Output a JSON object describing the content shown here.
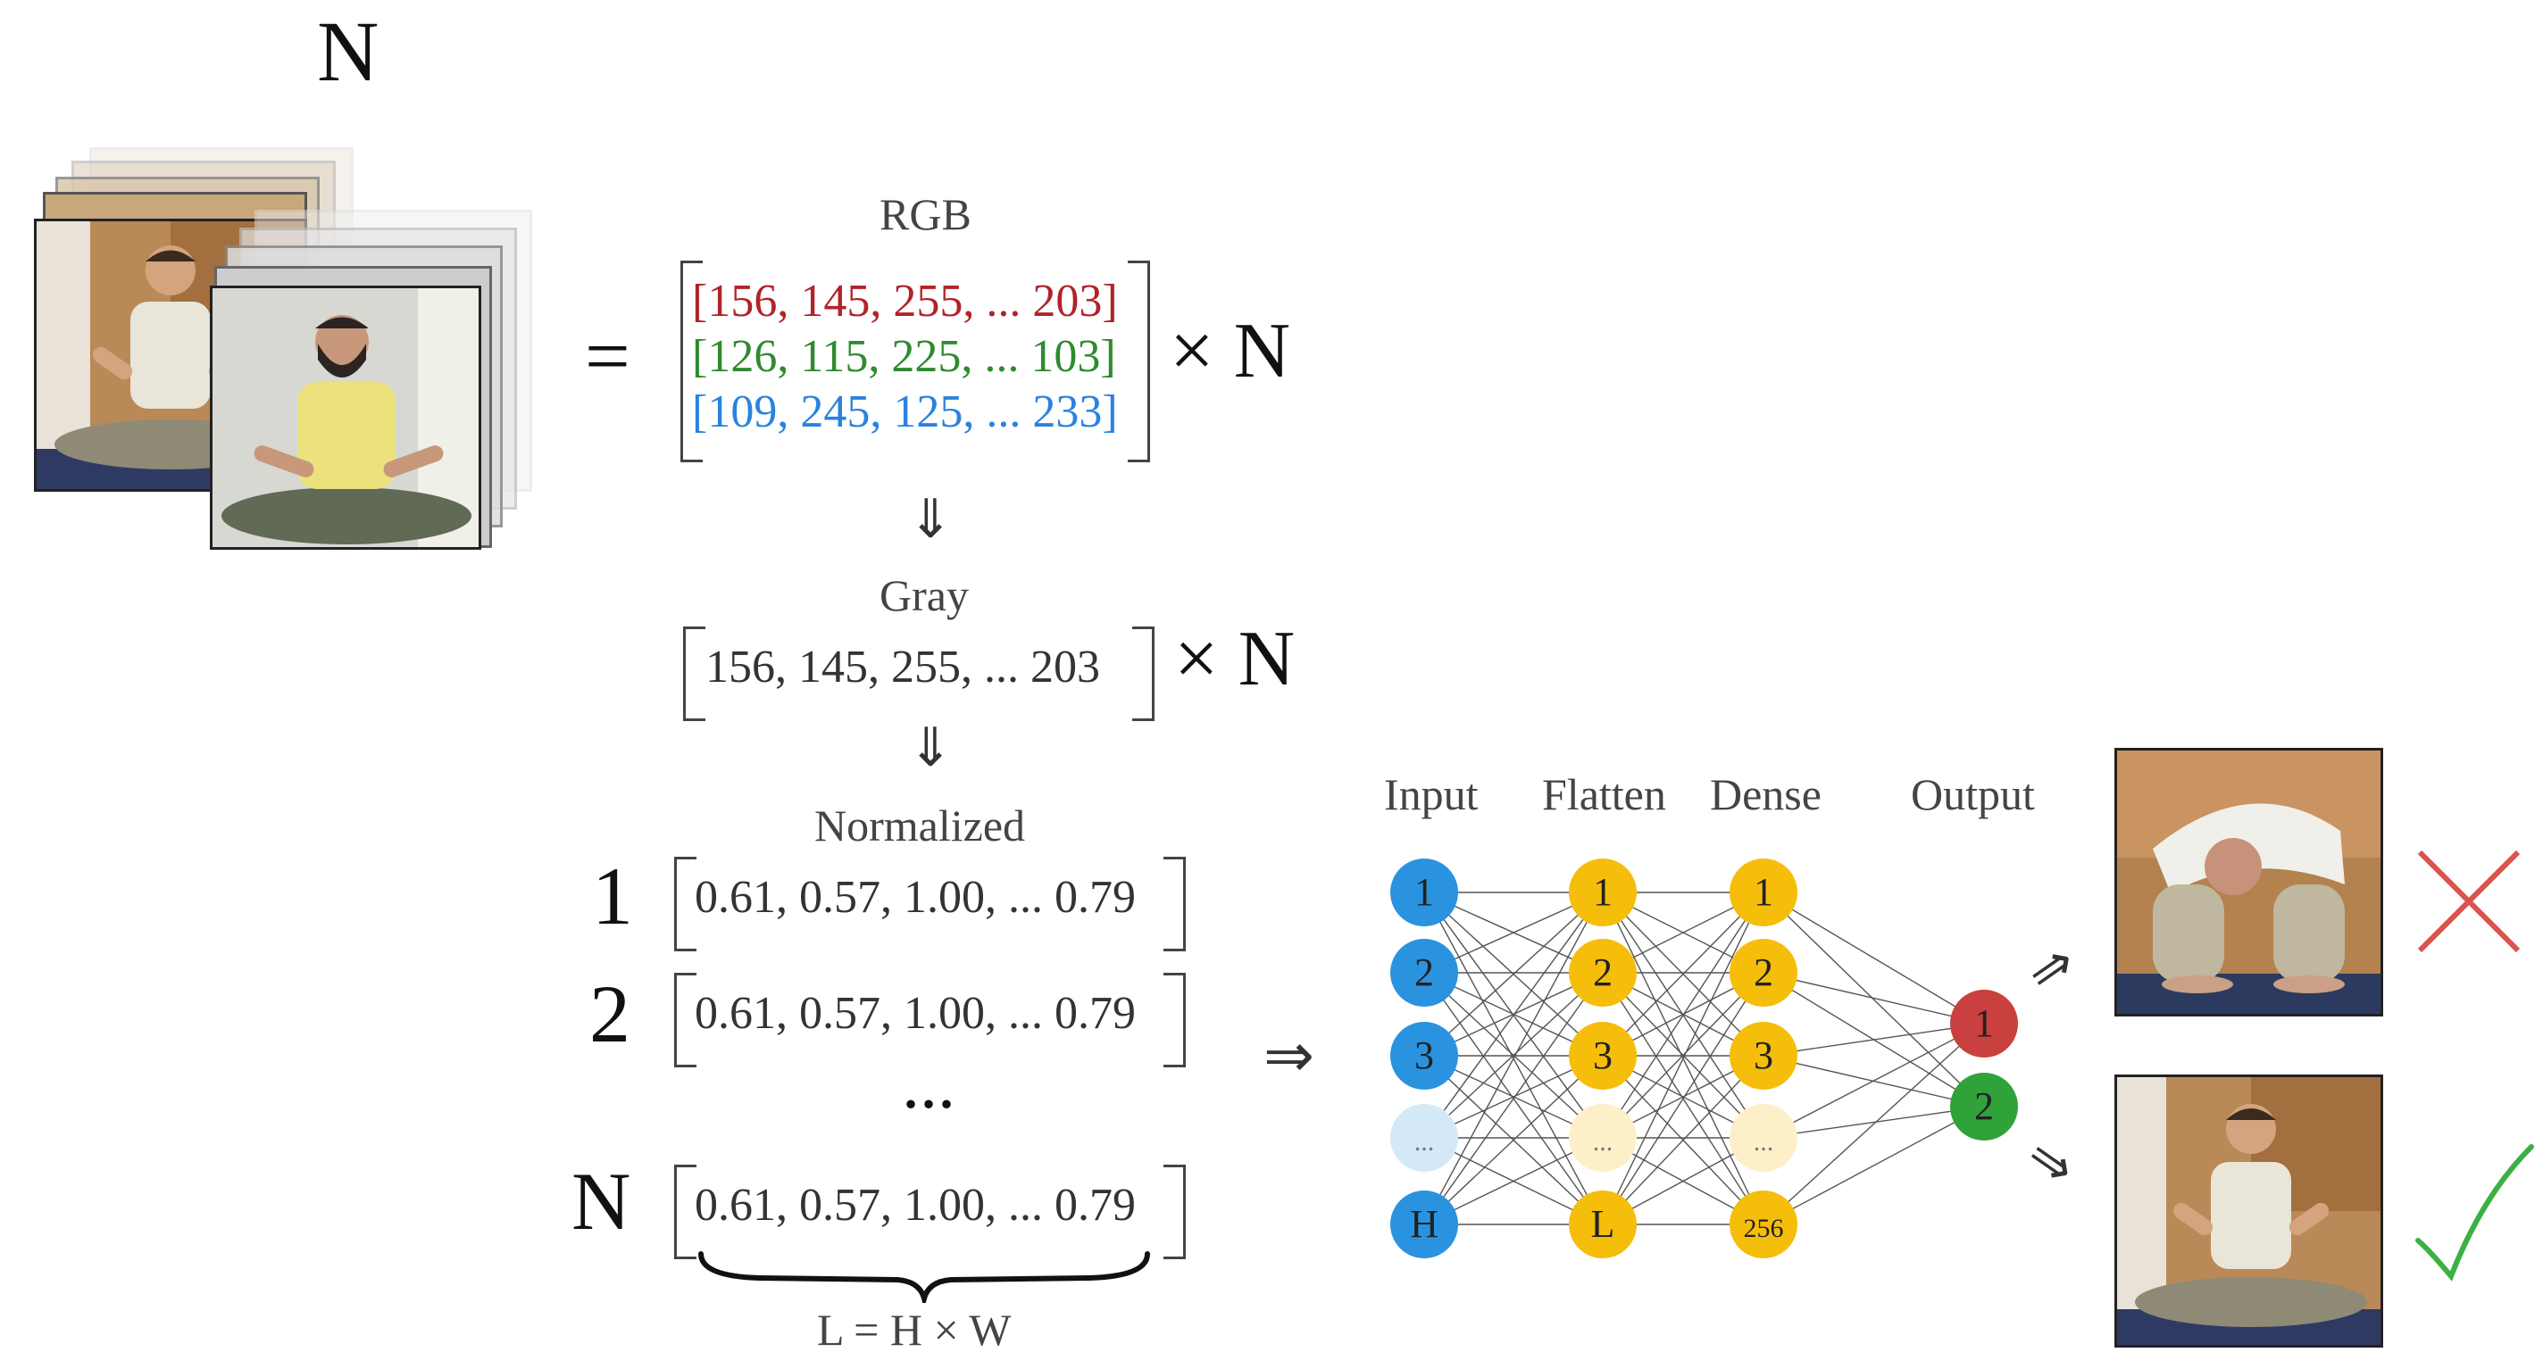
{
  "title_n": "N",
  "equals": "=",
  "rgb": {
    "label": "RGB",
    "rows": [
      {
        "text": "[156, 145, 255, ... 203]",
        "color": "#b0232a"
      },
      {
        "text": "[126, 115, 225, ... 103]",
        "color": "#2e8b2e"
      },
      {
        "text": "[109, 245, 125, ... 233]",
        "color": "#2a82e0"
      }
    ],
    "times": "× N"
  },
  "down_arrow": "⇓",
  "gray": {
    "label": "Gray",
    "row": "156, 145, 255, ... 203",
    "times": "× N"
  },
  "normalized": {
    "label": "Normalized",
    "rows": [
      {
        "index": "1",
        "text": "0.61, 0.57, 1.00, ... 0.79"
      },
      {
        "index": "2",
        "text": "0.61, 0.57, 1.00, ... 0.79"
      },
      {
        "index": "N",
        "text": "0.61, 0.57, 1.00, ... 0.79"
      }
    ],
    "ellipsis": "...",
    "formula": "L = H × W"
  },
  "right_arrow": "⇒",
  "network": {
    "layers": [
      {
        "label": "Input",
        "nodes": [
          "1",
          "2",
          "3",
          "...",
          "H"
        ],
        "color": "#2a93e0",
        "faded": "#d3e9f8"
      },
      {
        "label": "Flatten",
        "nodes": [
          "1",
          "2",
          "3",
          "...",
          "L"
        ],
        "color": "#f5be0b",
        "faded": "#fdf0c8"
      },
      {
        "label": "Dense",
        "nodes": [
          "1",
          "2",
          "3",
          "...",
          "256"
        ],
        "color": "#f5be0b",
        "faded": "#fdf0c8"
      }
    ],
    "output": {
      "label": "Output",
      "nodes": [
        "1",
        "2"
      ],
      "colors": [
        "#c9403e",
        "#2fa23a"
      ]
    }
  },
  "results": {
    "wrong_mark_color": "#d9534f",
    "right_mark_color": "#3bb043"
  }
}
